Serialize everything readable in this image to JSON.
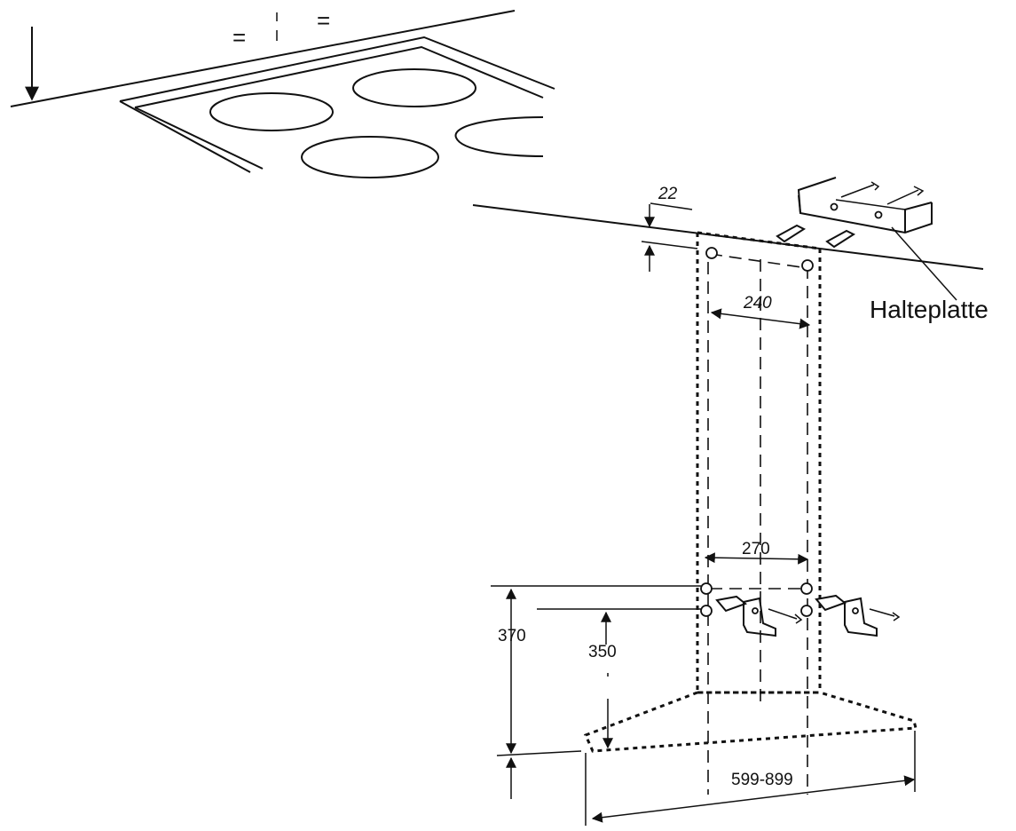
{
  "symbols": {
    "equal_left": "=",
    "equal_right": "="
  },
  "labels": {
    "halteplatte": "Halteplatte"
  },
  "dimensions": {
    "top_offset": "22",
    "top_hole_spacing": "240",
    "lower_hole_spacing": "270",
    "height_outer": "370",
    "height_inner": "350",
    "hood_width": "599-899"
  }
}
